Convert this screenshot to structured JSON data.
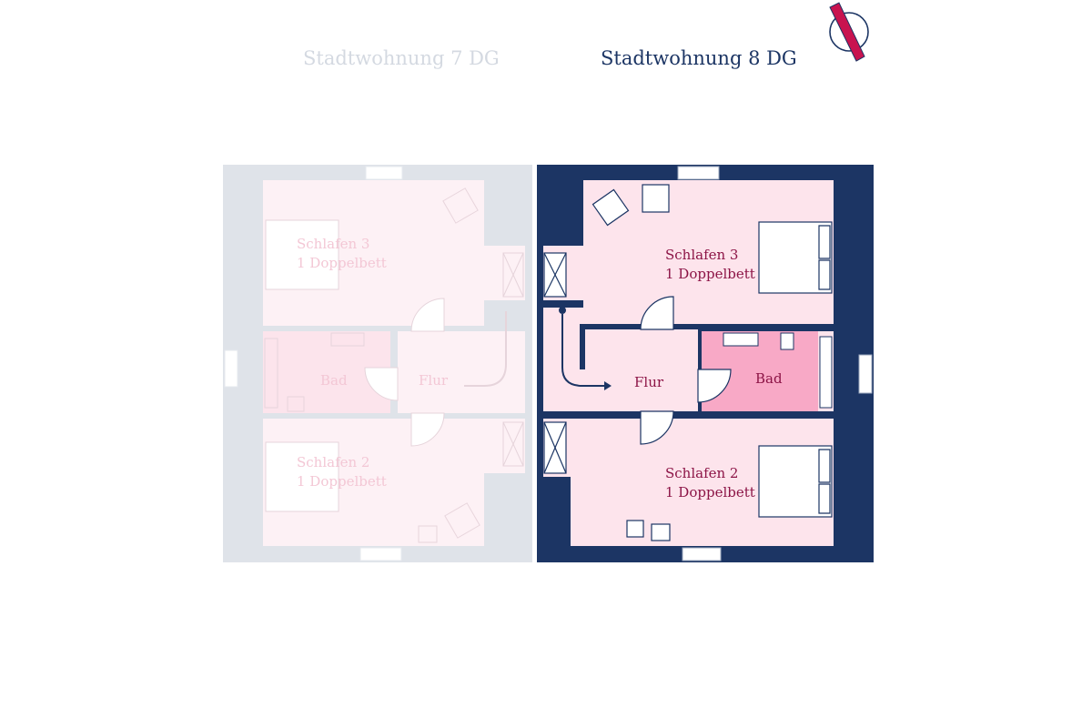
{
  "units": [
    {
      "title": "Stadtwohnung 7 DG",
      "state": "inactive",
      "rooms": {
        "schlafen3": {
          "name": "Schlafen 3",
          "beds": "1 Doppelbett"
        },
        "bad": {
          "name": "Bad"
        },
        "flur": {
          "name": "Flur"
        },
        "schlafen2": {
          "name": "Schlafen 2",
          "beds": "1 Doppelbett"
        }
      }
    },
    {
      "title": "Stadtwohnung 8 DG",
      "state": "active",
      "rooms": {
        "schlafen3": {
          "name": "Schlafen 3",
          "beds": "1 Doppelbett"
        },
        "bad": {
          "name": "Bad"
        },
        "flur": {
          "name": "Flur"
        },
        "schlafen2": {
          "name": "Schlafen 2",
          "beds": "1 Doppelbett"
        }
      }
    }
  ],
  "colors": {
    "wall_active": "#1c3564",
    "wall_inactive": "#dfe3e9",
    "room_active": "#fde4ec",
    "bath_active": "#f8a9c6",
    "text_active": "#8c1446",
    "room_inactive": "#fdf1f5",
    "text_inactive": "#f3c7d5",
    "compass_accent": "#c8134f"
  },
  "icons": {
    "compass": "north-arrow-icon",
    "bed": "double-bed-icon",
    "armchair": "armchair-icon",
    "window": "window-icon",
    "door": "door-swing-icon",
    "stair": "stair-arrow-icon"
  }
}
